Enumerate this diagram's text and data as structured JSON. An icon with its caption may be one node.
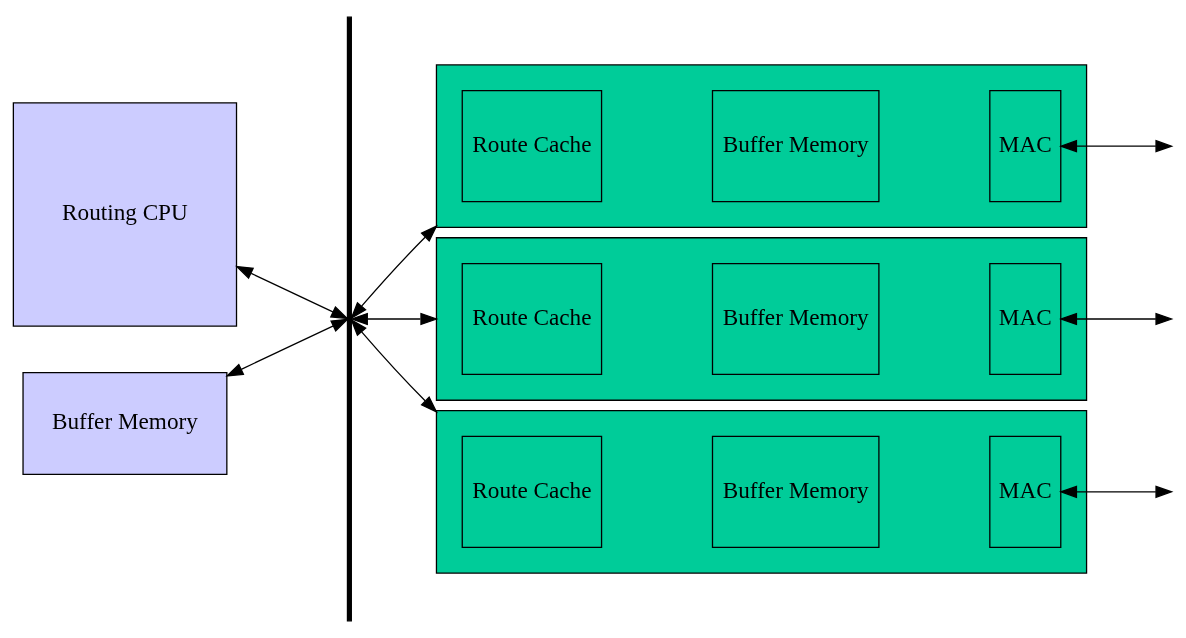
{
  "diagram": {
    "nodes": [
      {
        "text": [
          "Routing CPU"
        ]
      },
      {
        "text": [
          "Buffer Memory"
        ]
      },
      {
        "text": [],
        "shape": "bar"
      },
      {
        "text": [],
        "shape": "box"
      },
      {
        "text": [
          "Route Cache"
        ],
        "in": 3
      },
      {
        "text": [
          "Buffer Memory"
        ],
        "in": 3
      },
      {
        "text": [
          "MAC"
        ],
        "in": 3
      },
      {
        "text": [],
        "shape": "box"
      },
      {
        "text": [
          "Route Cache"
        ],
        "in": 7
      },
      {
        "text": [
          "Buffer Memory"
        ],
        "in": 7
      },
      {
        "text": [
          "MAC"
        ],
        "in": 7
      },
      {
        "text": [],
        "shape": "box"
      },
      {
        "text": [
          "Route Cache"
        ],
        "in": 11
      },
      {
        "text": [
          "Buffer Memory"
        ],
        "in": 11
      },
      {
        "text": [
          "MAC"
        ],
        "in": 11
      }
    ],
    "edges": [
      {
        "from": 0,
        "to": 2,
        "arrow": "both"
      },
      {
        "from": 1,
        "to": 2,
        "arrow": "both"
      },
      {
        "from": 2,
        "to": 3,
        "arrow": "both"
      },
      {
        "from": 2,
        "to": 7,
        "arrow": "both"
      },
      {
        "from": 2,
        "to": 11,
        "arrow": "both"
      },
      {
        "from": 6,
        "to": null,
        "arrow": "both"
      },
      {
        "from": 10,
        "to": null,
        "arrow": "both"
      },
      {
        "from": 14,
        "to": null,
        "arrow": "both"
      }
    ]
  }
}
